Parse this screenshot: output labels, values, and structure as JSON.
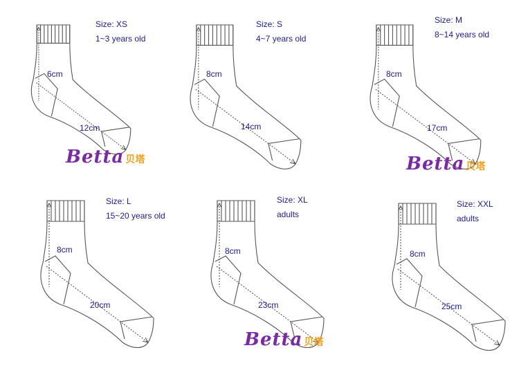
{
  "sizes": [
    {
      "size": "Size: XS",
      "age": "1~3 years old",
      "leg": "6cm",
      "foot": "12cm"
    },
    {
      "size": "Size: S",
      "age": "4~7 years old",
      "leg": "8cm",
      "foot": "14cm"
    },
    {
      "size": "Size: M",
      "age": "8~14 years old",
      "leg": "8cm",
      "foot": "17cm"
    },
    {
      "size": "Size: L",
      "age": "15~20 years old",
      "leg": "8cm",
      "foot": "20cm"
    },
    {
      "size": "Size: XL",
      "age": "adults",
      "leg": "8cm",
      "foot": "23cm"
    },
    {
      "size": "Size: XXL",
      "age": "adults",
      "leg": "8cm",
      "foot": "25cm"
    }
  ],
  "logo": {
    "text": "Betta",
    "cn": "贝塔"
  },
  "colors": {
    "label": "#1a1a99",
    "logo_purple": "#7a2aa8",
    "logo_orange": "#f2a01c",
    "line": "#555555"
  }
}
